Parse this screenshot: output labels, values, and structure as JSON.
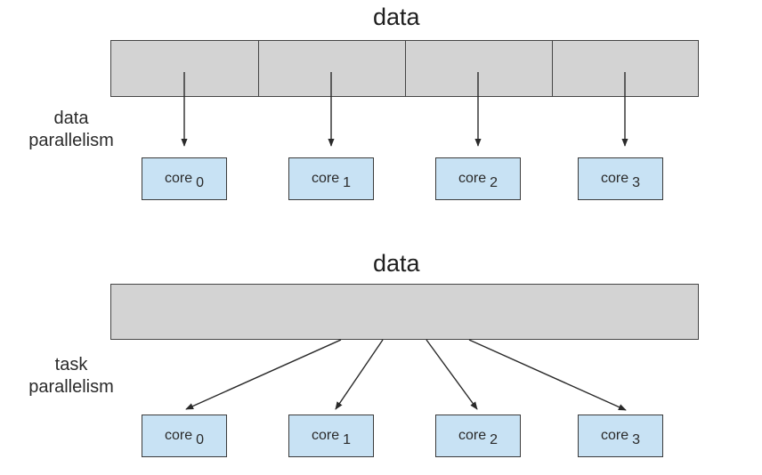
{
  "top_panel": {
    "title": "data",
    "label_line1": "data",
    "label_line2": "parallelism",
    "cores": [
      {
        "name": "core",
        "index": "0"
      },
      {
        "name": "core",
        "index": "1"
      },
      {
        "name": "core",
        "index": "2"
      },
      {
        "name": "core",
        "index": "3"
      }
    ]
  },
  "bottom_panel": {
    "title": "data",
    "label_line1": "task",
    "label_line2": "parallelism",
    "cores": [
      {
        "name": "core",
        "index": "0"
      },
      {
        "name": "core",
        "index": "1"
      },
      {
        "name": "core",
        "index": "2"
      },
      {
        "name": "core",
        "index": "3"
      }
    ]
  },
  "colors": {
    "data_fill": "#d3d3d3",
    "core_fill": "#c8e2f4",
    "stroke": "#3b3b3b"
  }
}
